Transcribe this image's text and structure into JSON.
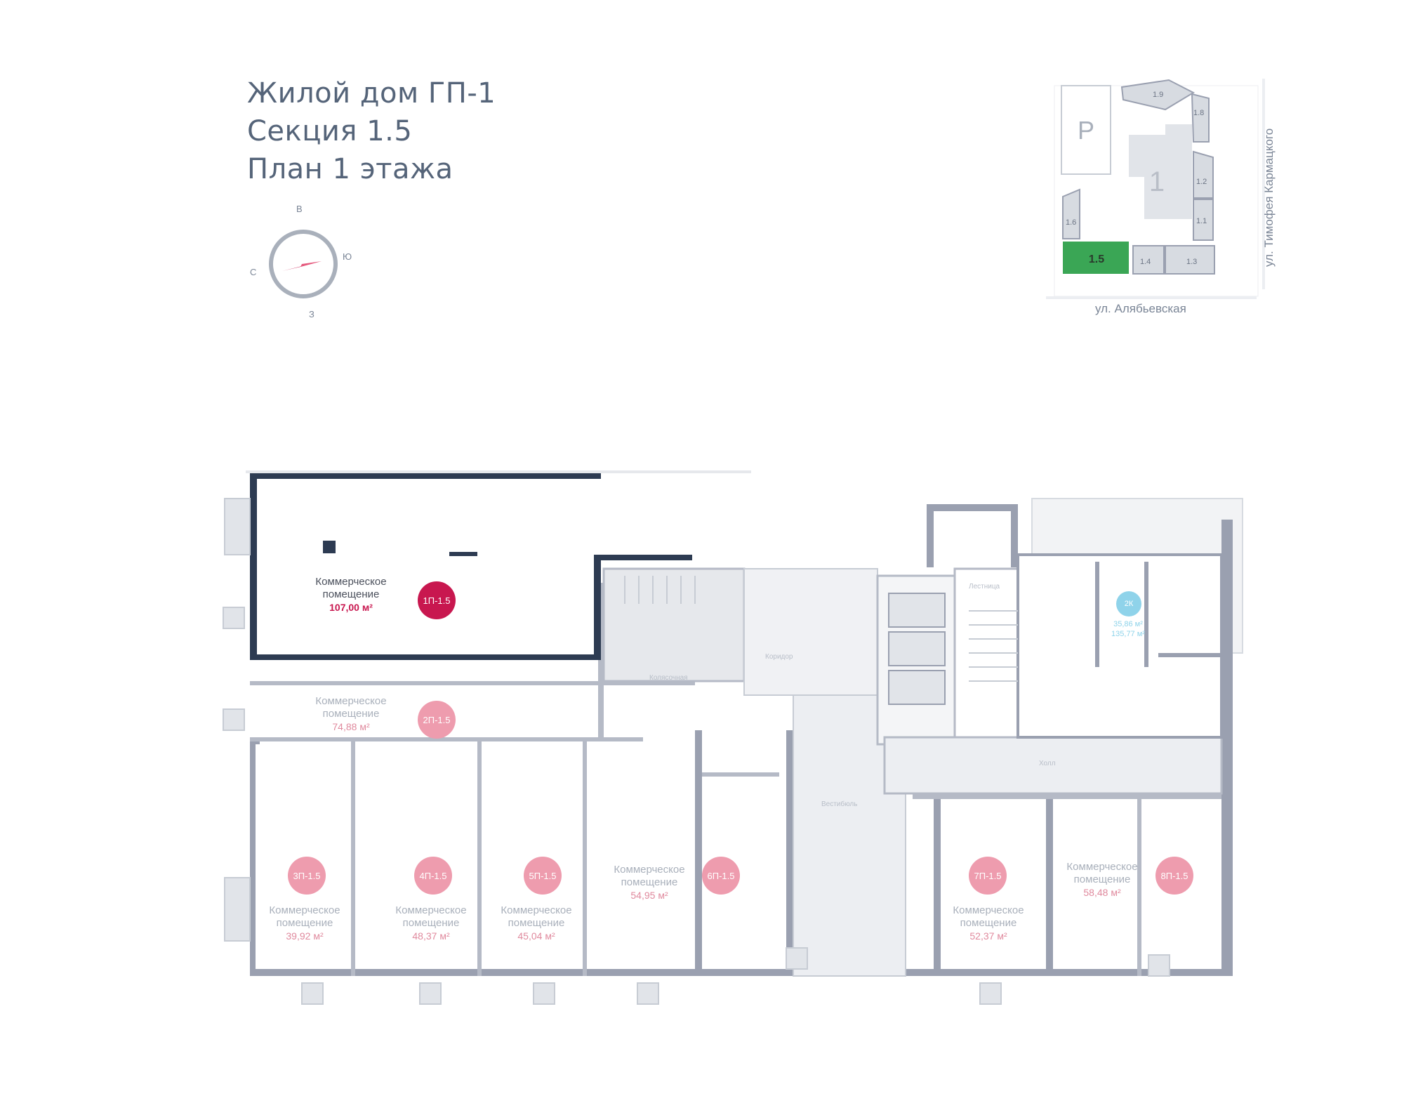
{
  "title": {
    "line1": "Жилой дом ГП-1",
    "line2": "Секция 1.5",
    "line3": "План 1 этажа"
  },
  "compass": {
    "north": "В",
    "east": "Ю",
    "south": "З",
    "west": "С"
  },
  "minimap": {
    "parking": "Р",
    "building": "1",
    "sections": [
      "1.8",
      "1.9",
      "1.2",
      "1.1",
      "1.6",
      "1.5",
      "1.4",
      "1.3"
    ],
    "active_section": "1.5",
    "street_bottom": "ул. Алябьевская",
    "street_right": "ул. Тимофея Кармацкого",
    "active_color": "#3aa655"
  },
  "units": [
    {
      "name": "Коммерческое помещение",
      "area": "107,00 м²",
      "badge": "1П-1.5",
      "active": true
    },
    {
      "name": "Коммерческое помещение",
      "area": "74,88 м²",
      "badge": "2П-1.5",
      "active": false
    },
    {
      "name": "Коммерческое помещение",
      "area": "39,92 м²",
      "badge": "3П-1.5",
      "active": false
    },
    {
      "name": "Коммерческое помещение",
      "area": "48,37 м²",
      "badge": "4П-1.5",
      "active": false
    },
    {
      "name": "Коммерческое помещение",
      "area": "45,04 м²",
      "badge": "5П-1.5",
      "active": false
    },
    {
      "name": "Коммерческое помещение",
      "area": "54,95 м²",
      "badge": "6П-1.5",
      "active": false
    },
    {
      "name": "Коммерческое помещение",
      "area": "52,37 м²",
      "badge": "7П-1.5",
      "active": false
    },
    {
      "name": "Коммерческое помещение",
      "area": "58,48 м²",
      "badge": "8П-1.5",
      "active": false
    }
  ],
  "apartment": {
    "badge": "2К",
    "area1": "35,86 м²",
    "area2": "135,77 м²"
  },
  "rooms": {
    "lobby": "Вестибюль",
    "corridor": "Коридор",
    "stair": "Лестница",
    "storage": "Колясочная",
    "hall": "Холл"
  },
  "colors": {
    "active": "#c8174f",
    "inactive": "#ee9cae",
    "wall": "#9aa0b0",
    "active_wall": "#2d3b52"
  }
}
